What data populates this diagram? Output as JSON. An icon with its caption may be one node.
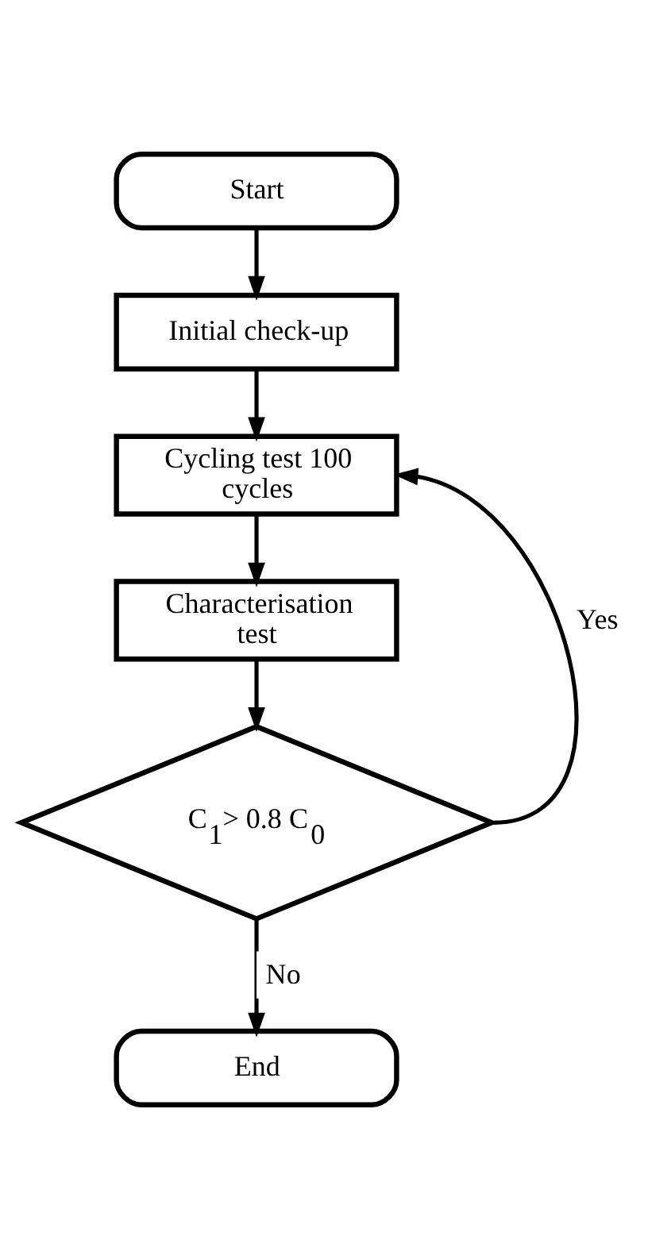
{
  "diagram": {
    "nodes": [
      {
        "text": [
          "Start"
        ]
      },
      {
        "text": [
          "Initial check-up"
        ]
      },
      {
        "text": [
          "Cycling test 100 cycles"
        ]
      },
      {
        "text": [
          "Characterisation test"
        ]
      },
      {
        "text": [
          "C$_{1}$> 0.8 C$_{0}$"
        ]
      },
      {
        "text": [
          "End"
        ]
      }
    ],
    "edges": [
      {
        "from": 0,
        "to": 1,
        "arrow": "to"
      },
      {
        "from": 1,
        "to": 2,
        "arrow": "to"
      },
      {
        "from": 2,
        "to": 3,
        "arrow": "to"
      },
      {
        "from": 3,
        "to": 4,
        "arrow": "to"
      },
      {
        "from": 4,
        "to": 2,
        "arrow": "to",
        "label": "Yes"
      },
      {
        "from": 4,
        "to": 5,
        "arrow": "to",
        "label": "No"
      }
    ]
  }
}
